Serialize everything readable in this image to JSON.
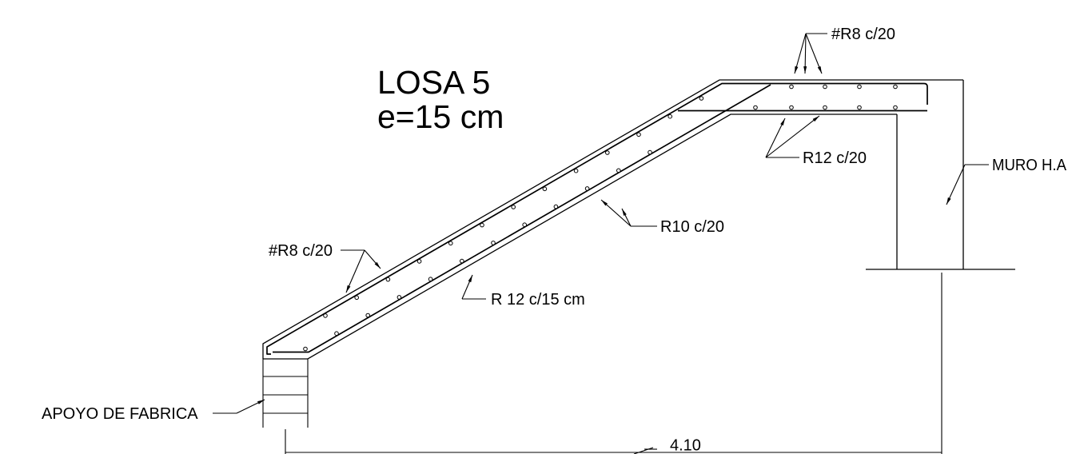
{
  "colors": {
    "line": "#000000",
    "background": "#ffffff"
  },
  "title": {
    "name": "LOSA 5",
    "thickness": "e=15 cm"
  },
  "labels": {
    "top_rebar": "#R8 c/20",
    "landing_bottom_rebar": "R12 c/20",
    "wall": "MURO H.A",
    "slope_distribution_rebar": "R10 c/20",
    "slope_top_rebar": "#R8 c/20",
    "slope_bottom_rebar": "R 12 c/15 cm",
    "support": "APOYO DE FABRICA"
  },
  "dimension": {
    "span": "4.10"
  }
}
